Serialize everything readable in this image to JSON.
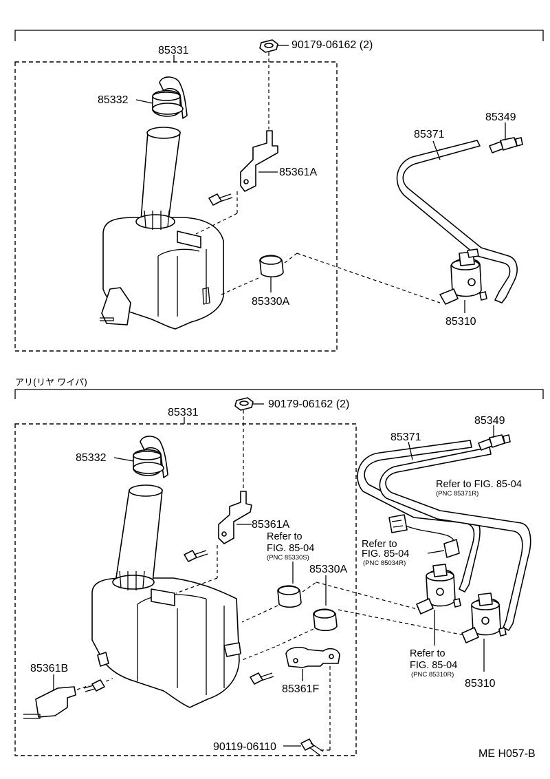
{
  "header_bottom": "アリ(リヤ ワイパ)",
  "diagram_code": "ME H057-B",
  "top": {
    "tank": "85331",
    "cap": "85332",
    "nut": "90179-06162 (2)",
    "bracket": "85361A",
    "grommet": "85330A",
    "hose": "85371",
    "joint": "85349",
    "pump": "85310"
  },
  "bottom": {
    "tank": "85331",
    "cap": "85332",
    "nut": "90179-06162 (2)",
    "bracket_a": "85361A",
    "grommet": "85330A",
    "bracket_b": "85361B",
    "bracket_f": "85361F",
    "bolt": "90119-06110",
    "hose": "85371",
    "joint": "85349",
    "pump": "85310",
    "ref_grommet": {
      "line1": "Refer to",
      "line2": "FIG. 85-04",
      "pnc": "(PNC 85330S)"
    },
    "ref_hose": {
      "line1": "Refer to FIG. 85-04",
      "pnc": "(PNC 85371R)"
    },
    "ref_harness": {
      "line1": "Refer to",
      "line2": "FIG. 85-04",
      "pnc": "(PNC 85034R)"
    },
    "ref_pump": {
      "line1": "Refer to",
      "line2": "FIG. 85-04",
      "pnc": "(PNC 85310R)"
    }
  }
}
